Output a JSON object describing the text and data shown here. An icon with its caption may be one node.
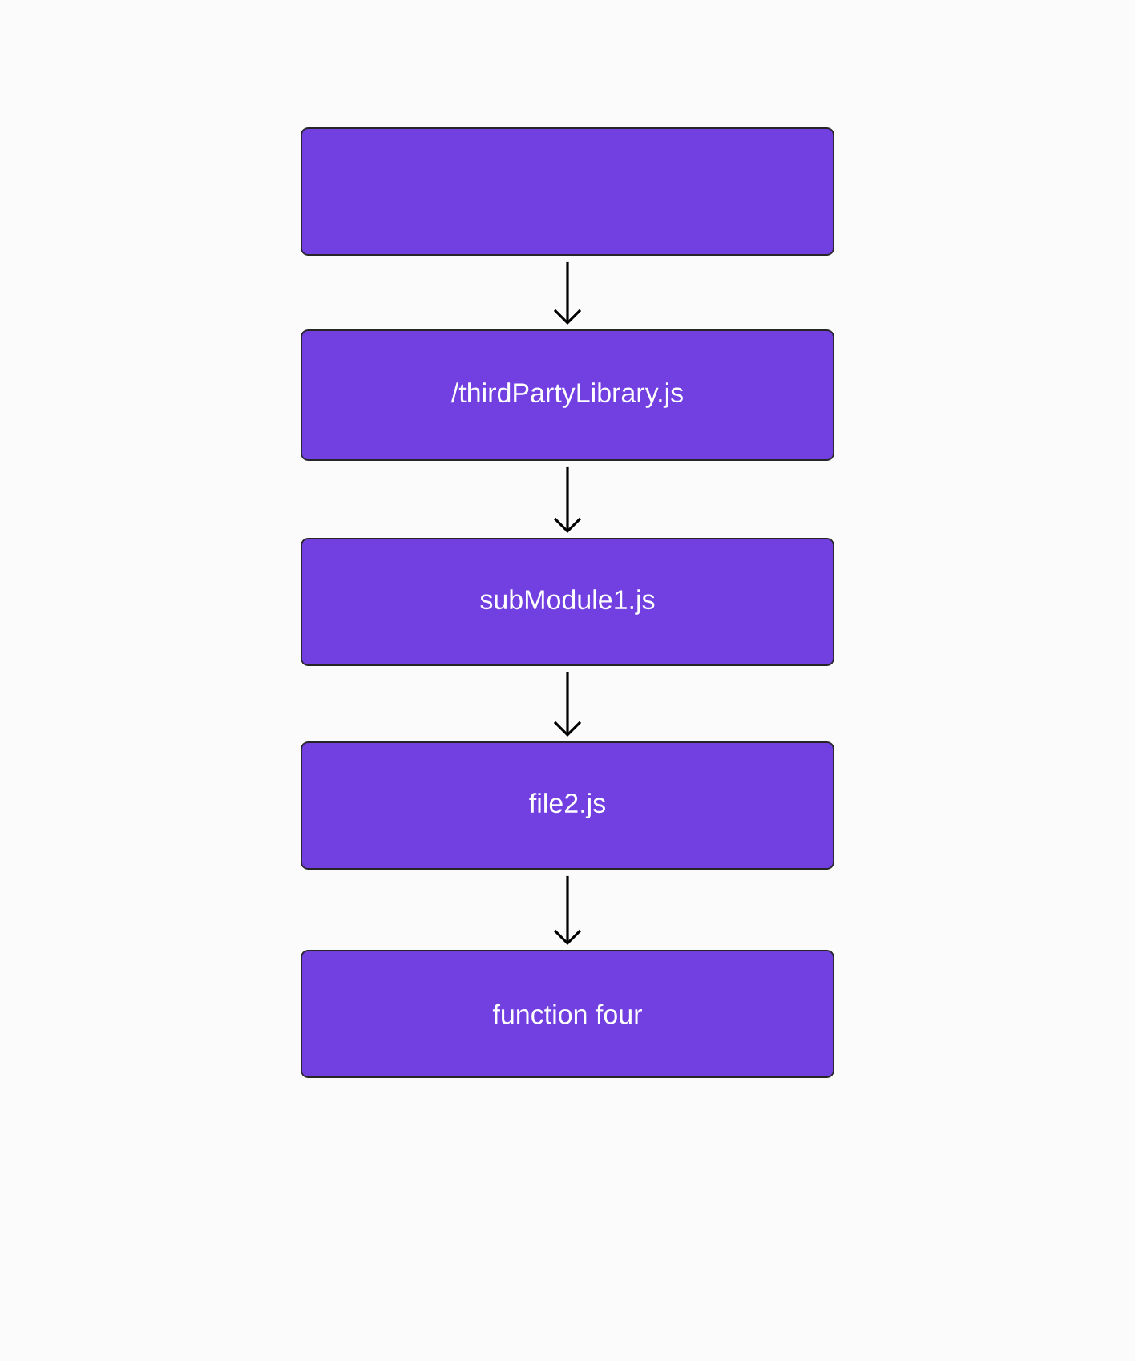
{
  "diagram": {
    "nodes": [
      {
        "text": [],
        "shape": "box"
      },
      {
        "text": [
          "/thirdPartyLibrary.js"
        ]
      },
      {
        "text": [
          "subModule1.js"
        ]
      },
      {
        "text": [
          "file2.js"
        ]
      },
      {
        "text": [
          "function four"
        ]
      }
    ],
    "edges": [
      {
        "from": 0,
        "to": 1,
        "arrow": "to"
      },
      {
        "from": 1,
        "to": 2,
        "arrow": "to"
      },
      {
        "from": 2,
        "to": 3,
        "arrow": "to"
      },
      {
        "from": 3,
        "to": 4,
        "arrow": "to"
      }
    ]
  }
}
